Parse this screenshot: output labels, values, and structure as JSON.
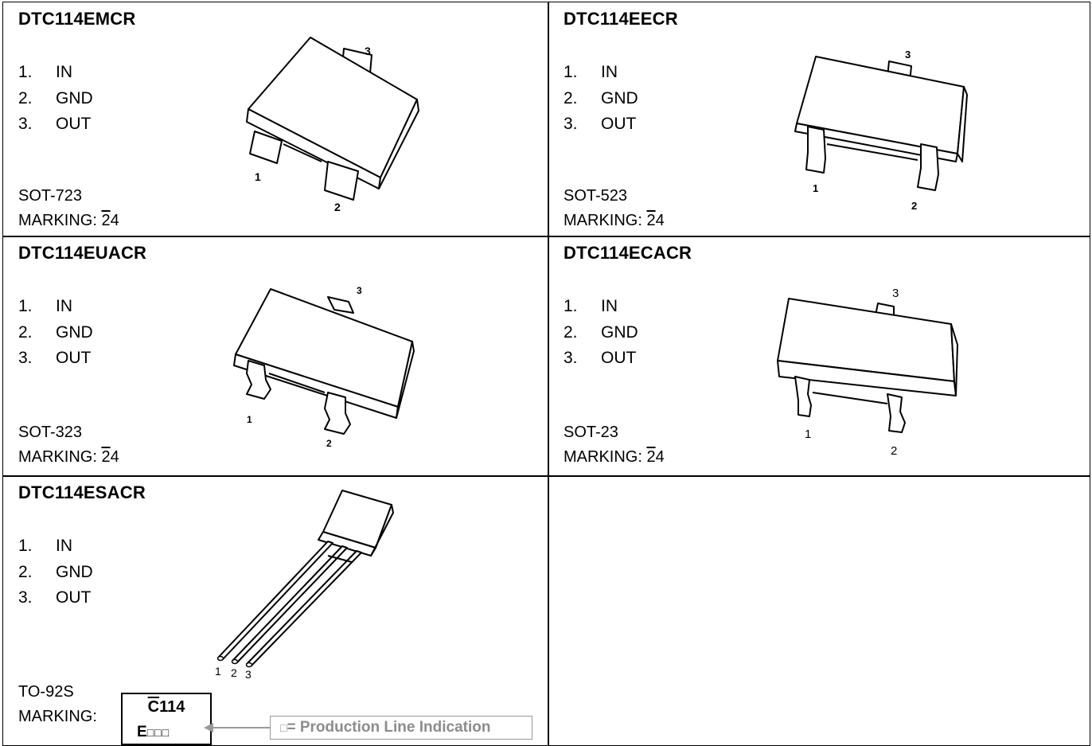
{
  "pin_list": [
    {
      "num": "1.",
      "name": "IN"
    },
    {
      "num": "2.",
      "name": "GND"
    },
    {
      "num": "3.",
      "name": "OUT"
    }
  ],
  "pin_numbers": [
    "1",
    "2",
    "3"
  ],
  "marking_prefix": "MARKING:",
  "marking_bar": "2",
  "marking_rest": "4",
  "cells": [
    {
      "part": "DTC114EMCR",
      "package": "SOT-723"
    },
    {
      "part": "DTC114EECR",
      "package": "SOT-523"
    },
    {
      "part": "DTC114EUACR",
      "package": "SOT-323"
    },
    {
      "part": "DTC114ECACR",
      "package": "SOT-23"
    },
    {
      "part": "DTC114ESACR",
      "package": "TO-92S"
    }
  ],
  "to92_marking": {
    "label": "MARKING:",
    "line1_bar": "C",
    "line1_rest": "114",
    "line2_prefix": "E",
    "line2_boxes": "□□□",
    "legend_box": "□",
    "legend_text": "= Production Line Indication"
  }
}
